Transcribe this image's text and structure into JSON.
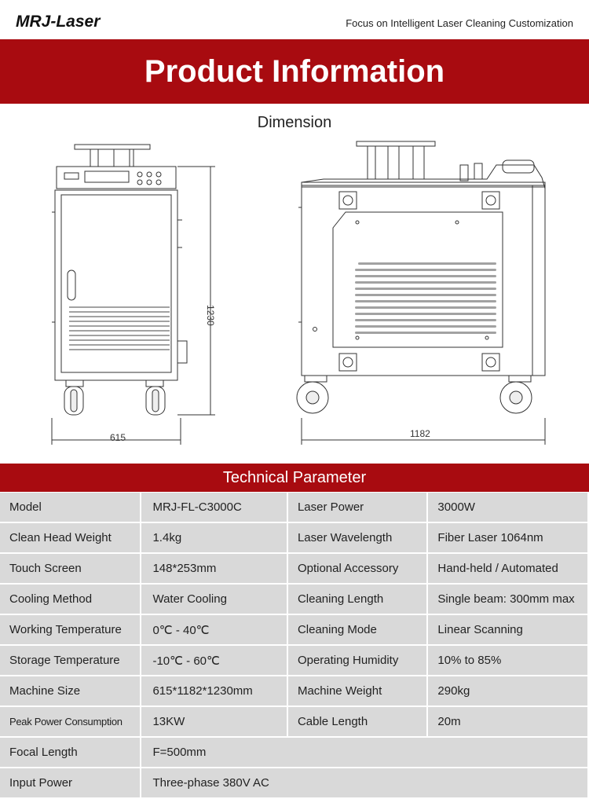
{
  "header": {
    "logo_text": "MRJ-Laser",
    "tagline": "Focus on Intelligent Laser Cleaning Customization"
  },
  "banner": {
    "title": "Product Information"
  },
  "dimension": {
    "title": "Dimension",
    "width_label": "615",
    "height_label": "1230",
    "length_label": "1182"
  },
  "technical": {
    "title": "Technical Parameter",
    "rows": [
      {
        "l1": "Model",
        "v1": "MRJ-FL-C3000C",
        "l2": "Laser Power",
        "v2": "3000W"
      },
      {
        "l1": "Clean Head Weight",
        "v1": "1.4kg",
        "l2": "Laser Wavelength",
        "v2": "Fiber Laser 1064nm"
      },
      {
        "l1": "Touch Screen",
        "v1": "148*253mm",
        "l2": "Optional Accessory",
        "v2": "Hand-held / Automated"
      },
      {
        "l1": "Cooling Method",
        "v1": "Water Cooling",
        "l2": "Cleaning Length",
        "v2": "Single beam: 300mm max"
      },
      {
        "l1": "Working Temperature",
        "v1": "0℃ - 40℃",
        "l2": "Cleaning Mode",
        "v2": "Linear Scanning"
      },
      {
        "l1": "Storage Temperature",
        "v1": "-10℃ - 60℃",
        "l2": "Operating Humidity",
        "v2": "10% to 85%"
      },
      {
        "l1": "Machine Size",
        "v1": "615*1182*1230mm",
        "l2": "Machine Weight",
        "v2": "290kg"
      },
      {
        "l1": "Peak Power Consumption",
        "v1": "13KW",
        "l2": "Cable Length",
        "v2": "20m"
      },
      {
        "l1": "Focal Length",
        "v1": "F=500mm"
      },
      {
        "l1": "Input Power",
        "v1": "Three-phase 380V AC"
      }
    ]
  },
  "colors": {
    "brand_red": "#a80b10",
    "row_gray": "#d9d9d9"
  }
}
